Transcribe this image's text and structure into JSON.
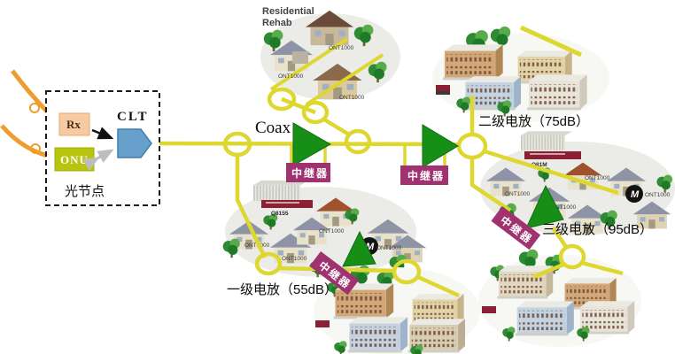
{
  "optical_node": {
    "box_label": "光节点",
    "rx": "Rx",
    "onu": "ONU",
    "clt": "CLT"
  },
  "labels": {
    "coax": "Coax",
    "rehab_line1": "Residential",
    "rehab_line2": "Rehab",
    "repeater": "中继器",
    "stage1": "一级电放（55dB）",
    "stage2": "二级电放（75dB）",
    "stage3": "三级电放（95dB）"
  },
  "devices": {
    "ont": "ONT1000",
    "headend_left": "Q8155",
    "headend_right": "Q81M",
    "motorola": "M"
  },
  "colors": {
    "coax_line": "#ddd72f",
    "fiber_line": "#f09d30",
    "amplifier_green": "#178f17",
    "repeater_purple": "#a0336f",
    "rx_box": "#f6cba3",
    "onu_box": "#b9c40e",
    "clt_shape": "#68a0cc",
    "cluster_bg": "#ebebe7",
    "sign_red": "#8b1f33"
  }
}
